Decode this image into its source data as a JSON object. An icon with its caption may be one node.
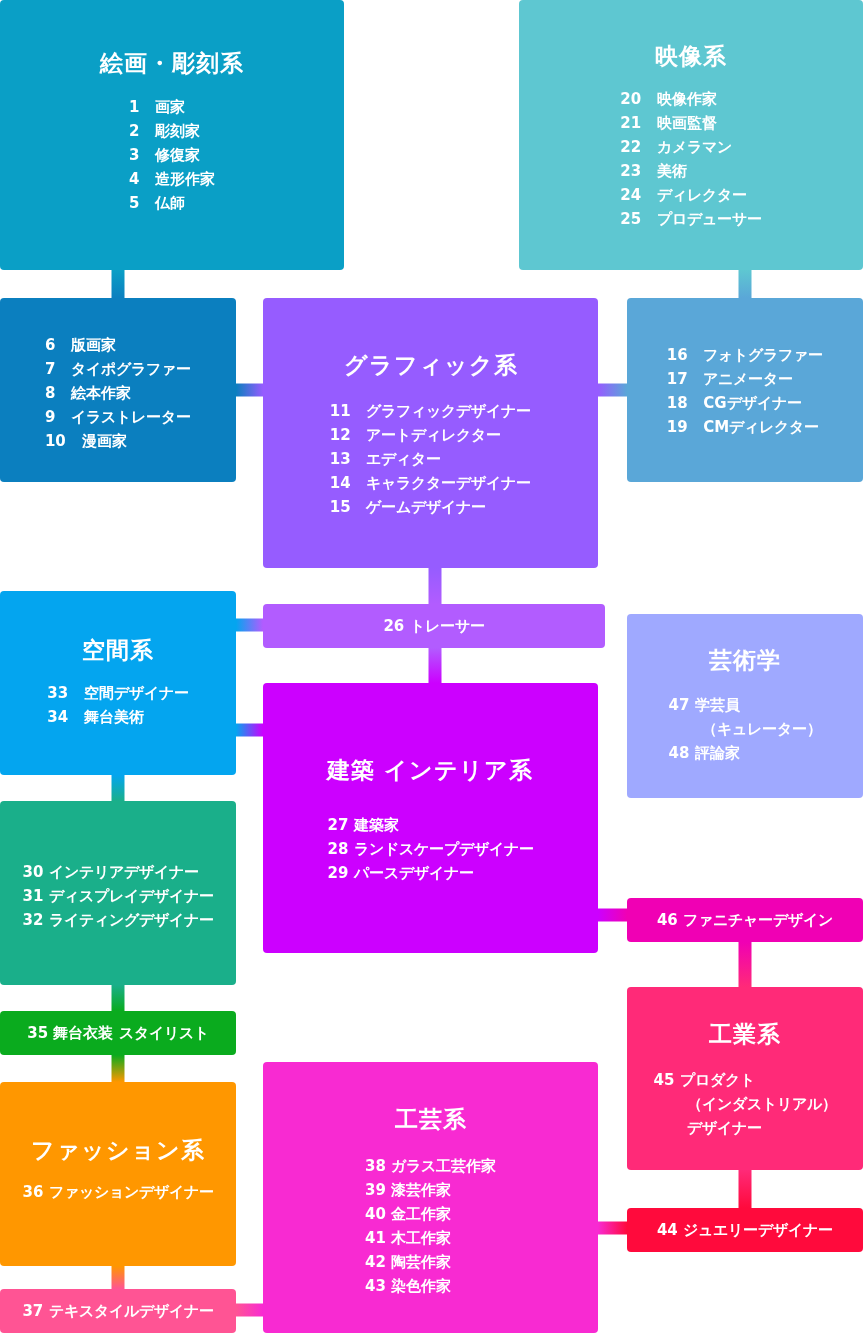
{
  "diagram": {
    "nodes": [
      {
        "text": [
          "絵画・彫刻系",
          "1 画家",
          "2 彫刻家",
          "3 修復家",
          "4 造形作家",
          "5 仏師"
        ]
      },
      {
        "text": [
          "映像系",
          "20 映像作家",
          "21 映画監督",
          "22 カメラマン",
          "23 美術",
          "24 ディレクター",
          "25 プロデューサー"
        ]
      },
      {
        "text": [
          "6 版画家",
          "7 タイポグラファー",
          "8 絵本作家",
          "9 イラストレーター",
          "10 漫画家"
        ]
      },
      {
        "text": [
          "グラフィック系",
          "11 グラフィックデザイナー",
          "12 アートディレクター",
          "13 エディター",
          "14 キャラクターデザイナー",
          "15 ゲームデザイナー"
        ]
      },
      {
        "text": [
          "16 フォトグラファー",
          "17 アニメーター",
          "18 CGデザイナー",
          "19 CMディレクター"
        ]
      },
      {
        "text": [
          "26 トレーサー"
        ]
      },
      {
        "text": [
          "空間系",
          "33 空間デザイナー",
          "34 舞台美術"
        ]
      },
      {
        "text": [
          "芸術学",
          "47 学芸員（キュレーター）",
          "48 評論家"
        ]
      },
      {
        "text": [
          "建築 インテリア系",
          "27 建築家",
          "28 ランドスケープデザイナー",
          "29 パースデザイナー"
        ]
      },
      {
        "text": [
          "30 インテリアデザイナー",
          "31 ディスプレイデザイナー",
          "32 ライティングデザイナー"
        ]
      },
      {
        "text": [
          "46 ファニチャーデザイン"
        ]
      },
      {
        "text": [
          "工業系",
          "45 プロダクト（インダストリアル）デザイナー"
        ]
      },
      {
        "text": [
          "35 舞台衣装 スタイリスト"
        ]
      },
      {
        "text": [
          "工芸系",
          "38 ガラス工芸作家",
          "39 漆芸作家",
          "40 金工作家",
          "41 木工作家",
          "42 陶芸作家",
          "43 染色作家"
        ]
      },
      {
        "text": [
          "ファッション系",
          "36 ファッションデザイナー"
        ]
      },
      {
        "text": [
          "44 ジュエリーデザイナー"
        ]
      },
      {
        "text": [
          "37 テキスタイルデザイナー"
        ]
      }
    ],
    "edges": [
      {
        "from": 0,
        "to": 2,
        "arrow": "none"
      },
      {
        "from": 1,
        "to": 4,
        "arrow": "none"
      },
      {
        "from": 2,
        "to": 3,
        "arrow": "none"
      },
      {
        "from": 3,
        "to": 4,
        "arrow": "none"
      },
      {
        "from": 3,
        "to": 5,
        "arrow": "none"
      },
      {
        "from": 5,
        "to": 8,
        "arrow": "none"
      },
      {
        "from": 6,
        "to": 5,
        "arrow": "none"
      },
      {
        "from": 6,
        "to": 8,
        "arrow": "none"
      },
      {
        "from": 6,
        "to": 9,
        "arrow": "none"
      },
      {
        "from": 8,
        "to": 10,
        "arrow": "none"
      },
      {
        "from": 9,
        "to": 12,
        "arrow": "none"
      },
      {
        "from": 12,
        "to": 14,
        "arrow": "none"
      },
      {
        "from": 10,
        "to": 11,
        "arrow": "none"
      },
      {
        "from": 11,
        "to": 15,
        "arrow": "none"
      },
      {
        "from": 15,
        "to": 13,
        "arrow": "none"
      },
      {
        "from": 14,
        "to": 16,
        "arrow": "none"
      },
      {
        "from": 16,
        "to": 13,
        "arrow": "none"
      }
    ]
  }
}
